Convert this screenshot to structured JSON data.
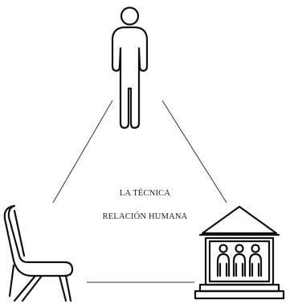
{
  "diagram": {
    "labels": {
      "technique": "LA TÉCNICA",
      "human_relation": "RELACIÓN HUMANA"
    },
    "nodes": [
      {
        "id": "person",
        "icon": "person-icon"
      },
      {
        "id": "chair",
        "icon": "chair-icon"
      },
      {
        "id": "building",
        "icon": "building-icon"
      }
    ],
    "colors": {
      "stroke": "#222222",
      "background": "#ffffff"
    }
  }
}
